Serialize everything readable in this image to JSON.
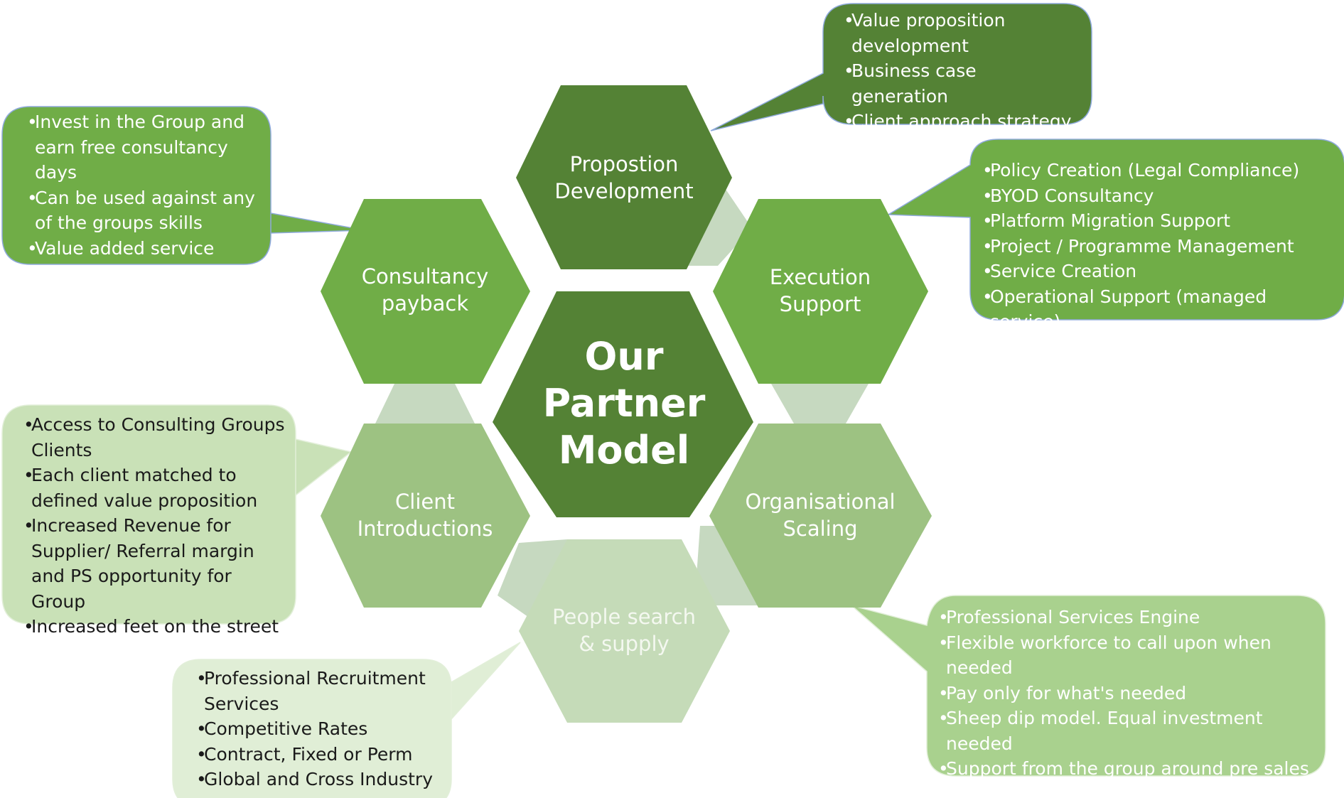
{
  "colors": {
    "dark_green": "#548235",
    "mid_green": "#70ad47",
    "light_green": "#9dc282",
    "pale_green": "#c5dbb8",
    "callout_pale": "#c9e1b7",
    "callout_lightest": "#e0eed6",
    "callout_light": "#a9d18e",
    "connector": "#c6d9c0"
  },
  "center": {
    "lines": [
      "Our",
      "Partner",
      "Model"
    ]
  },
  "hexagons": [
    {
      "id": "propostion-development",
      "lines": [
        "Propostion",
        "Development"
      ]
    },
    {
      "id": "consultancy-payback",
      "lines": [
        "Consultancy",
        "payback"
      ]
    },
    {
      "id": "execution-support",
      "lines": [
        "Execution",
        "Support"
      ]
    },
    {
      "id": "client-introductions",
      "lines": [
        "Client",
        "Introductions"
      ]
    },
    {
      "id": "organisational-scaling",
      "lines": [
        "Organisational",
        "Scaling"
      ]
    },
    {
      "id": "people-search-supply",
      "lines": [
        "People search",
        "& supply"
      ]
    }
  ],
  "callouts": {
    "proposition": {
      "bullet": "•",
      "items": [
        "Value proposition development",
        "Business case generation",
        "Client approach strategy"
      ]
    },
    "consultancy": {
      "bullet": "•",
      "items": [
        "Invest in the Group and earn free consultancy days",
        "Can be used against any of the groups skills",
        "Value added service"
      ]
    },
    "execution": {
      "bullet": "•",
      "items": [
        "Policy Creation (Legal Compliance)",
        "BYOD Consultancy",
        "Platform Migration Support",
        "Project / Programme Management",
        "Service Creation",
        "Operational Support (managed service)"
      ]
    },
    "client": {
      "bullet": "•",
      "items": [
        "Access to Consulting Groups Clients",
        "Each client matched to defined value proposition",
        "Increased Revenue for Supplier/ Referral margin and PS opportunity for Group",
        "Increased feet on the street"
      ]
    },
    "organisational": {
      "bullet": "•",
      "items": [
        "Professional Services Engine",
        "Flexible workforce to call upon when needed",
        "Pay only for what's needed",
        "Sheep dip model. Equal investment needed",
        "Support from the group around pre sales"
      ]
    },
    "people": {
      "bullet": "•",
      "items": [
        "Professional Recruitment Services",
        "Competitive Rates",
        "Contract, Fixed or Perm",
        "Global and Cross Industry"
      ]
    }
  }
}
